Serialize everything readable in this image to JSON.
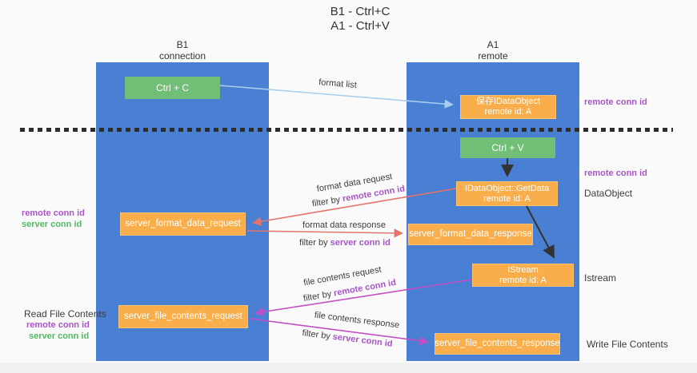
{
  "title": {
    "line1": "B1 - Ctrl+C",
    "line2": "A1 - Ctrl+V"
  },
  "lanes": {
    "left": {
      "name": "B1",
      "role": "connection"
    },
    "right": {
      "name": "A1",
      "role": "remote"
    }
  },
  "nodes": {
    "ctrl_c": {
      "label": "Ctrl + C"
    },
    "ctrl_v": {
      "label": "Ctrl + V"
    },
    "save_idataobject": {
      "line1": "保存IDataObject",
      "line2": "remote id: A"
    },
    "getdata": {
      "line1": "IDataObject::GetData",
      "line2": "remote id: A"
    },
    "istream": {
      "line1": "IStream",
      "line2": "remote id: A"
    },
    "server_format_data_request": {
      "label": "server_format_data_request"
    },
    "server_format_data_response": {
      "label": "server_format_data_response"
    },
    "server_file_contents_request": {
      "label": "server_file_contents_request"
    },
    "server_file_contents_response": {
      "label": "server_file_contents_response"
    }
  },
  "arrow_labels": {
    "format_list": "format list",
    "format_data_request": "format data request",
    "filter_request_1": {
      "prefix": "filter by ",
      "accent": "remote conn id"
    },
    "format_data_response": "format data response",
    "filter_response_1": {
      "prefix": "filter by ",
      "accent": "server conn id"
    },
    "file_contents_request": "file contents request",
    "filter_request_2": {
      "prefix": "filter by ",
      "accent": "remote conn id"
    },
    "file_contents_response": "file contents response",
    "filter_response_2": {
      "prefix": "filter by ",
      "accent": "server conn id"
    }
  },
  "side_labels": {
    "right_remote_conn_id_1": "remote conn id",
    "right_remote_conn_id_2": "remote conn id",
    "dataobject": "DataObject",
    "istream": "Istream",
    "write_file_contents": "Write File Contents",
    "left_remote_conn_id_1": "remote conn id",
    "left_server_conn_id_1": "server conn id",
    "read_file_contents": "Read File Contents",
    "left_remote_conn_id_2": "remote conn id",
    "left_server_conn_id_2": "server conn id"
  },
  "colors": {
    "lane_blue": "#4a80d4",
    "node_orange": "#f9ae4b",
    "node_green": "#71bf77",
    "arrow_light_blue": "#a8cdec",
    "arrow_red": "#e4736c",
    "arrow_magenta": "#c44ec4",
    "arrow_black": "#333333",
    "accent_purple": "#a855c8",
    "accent_green": "#53b963"
  }
}
